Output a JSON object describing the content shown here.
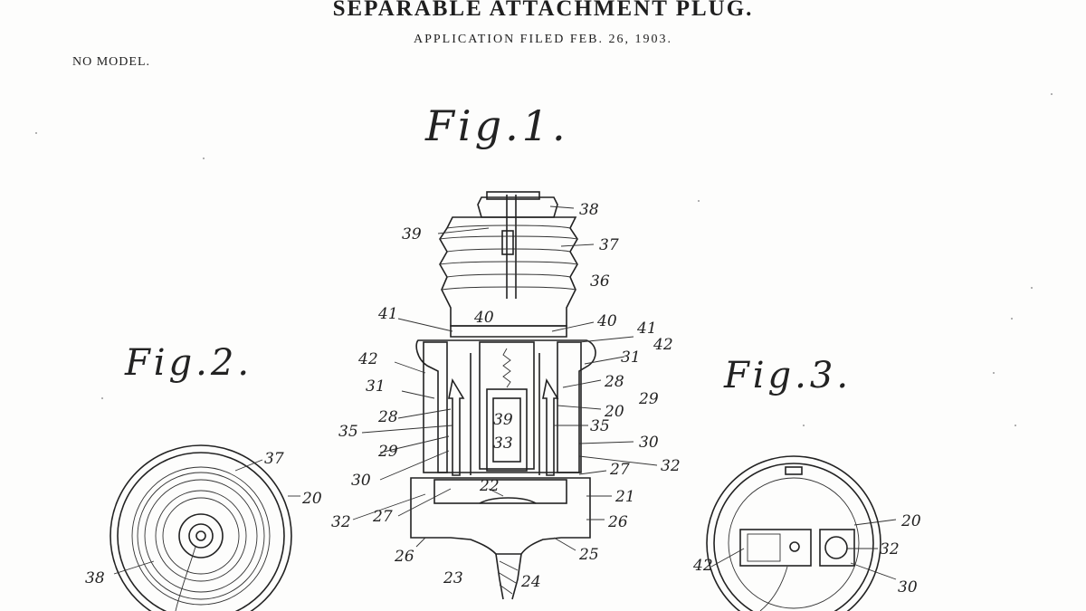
{
  "header": {
    "title": "SEPARABLE ATTACHMENT PLUG.",
    "subtitle": "APPLICATION FILED FEB. 26, 1903.",
    "model_note": "NO MODEL."
  },
  "figures": {
    "fig1": "Fig.1.",
    "fig2": "Fig.2.",
    "fig3": "Fig.3."
  },
  "fig1_refs": {
    "r38": "38",
    "r39": "39",
    "r37": "37",
    "r36": "36",
    "r41a": "41",
    "r40a": "40",
    "r40b": "40",
    "r41b": "41",
    "r42a": "42",
    "r42b": "42",
    "r31a": "31",
    "r31b": "31",
    "r28a": "28",
    "r28b": "28",
    "r29a": "29",
    "r29b": "29",
    "r20": "20",
    "r35a": "35",
    "r35b": "35",
    "r39b": "39",
    "r33": "33",
    "r30a": "30",
    "r30b": "30",
    "r32a": "32",
    "r32b": "32",
    "r27a": "27",
    "r27b": "27",
    "r22": "22",
    "r21": "21",
    "r26a": "26",
    "r26b": "26",
    "r25": "25",
    "r23": "23",
    "r24": "24"
  },
  "fig2_refs": {
    "r37": "37",
    "r20": "20",
    "r38": "38"
  },
  "fig3_refs": {
    "r20": "20",
    "r42": "42",
    "r32": "32",
    "r30": "30"
  }
}
